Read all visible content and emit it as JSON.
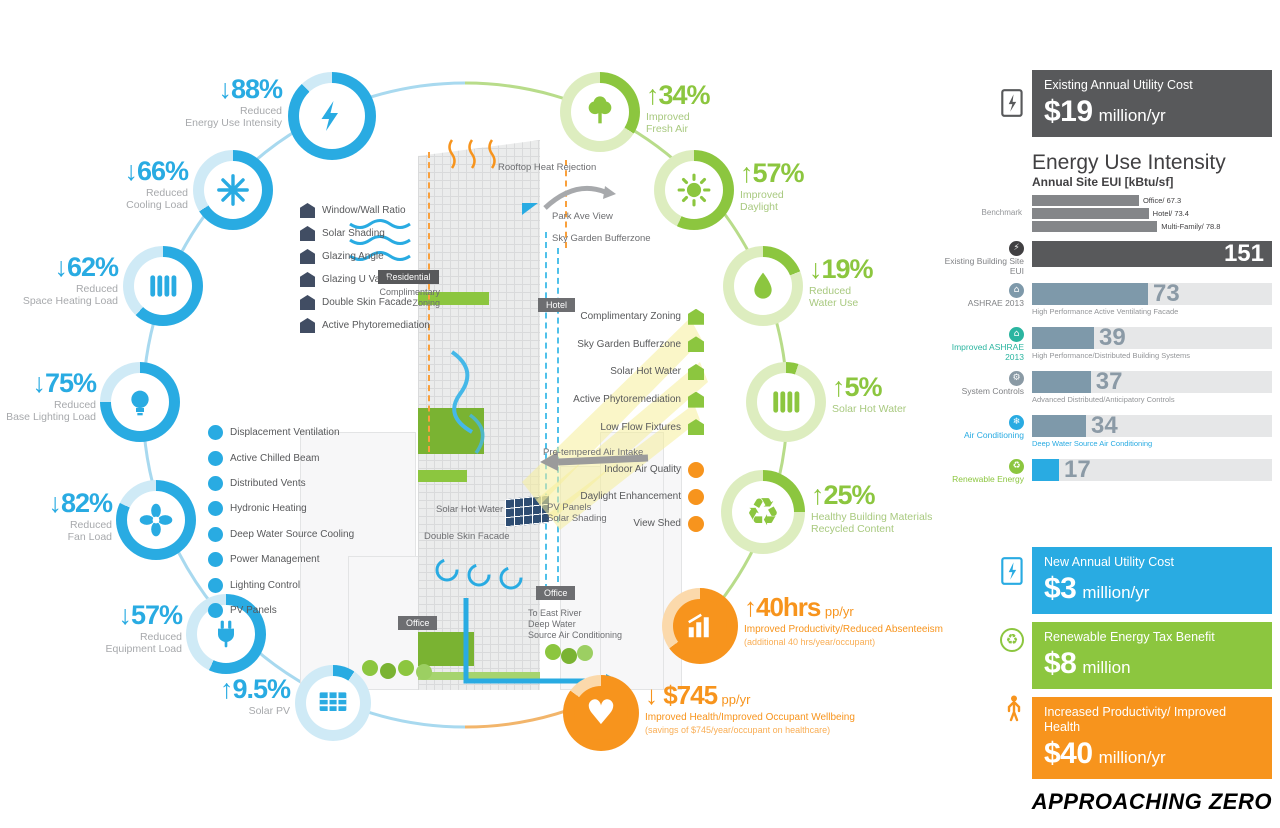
{
  "colors": {
    "blue": "#29abe2",
    "blue_light": "#cfeaf6",
    "green": "#8cc63f",
    "green_light": "#ddedbf",
    "orange": "#f7941d",
    "orange_light": "#fbd9ab",
    "navy": "#414d63",
    "charcoal": "#58595b",
    "bar_gray": "#7e99aa",
    "track": "#e6e7e8"
  },
  "left_badges": [
    {
      "icon": "lightning",
      "value": "↓88%",
      "label": "Reduced\nEnergy Use Intensity",
      "percent": 88
    },
    {
      "icon": "snowflake",
      "value": "↓66%",
      "label": "Reduced\nCooling Load",
      "percent": 66
    },
    {
      "icon": "radiator",
      "value": "↓62%",
      "label": "Reduced\nSpace Heating Load",
      "percent": 62
    },
    {
      "icon": "light-bulb",
      "value": "↓75%",
      "label": "Reduced\nBase Lighting Load",
      "percent": 75
    },
    {
      "icon": "fan",
      "value": "↓82%",
      "label": "Reduced\nFan Load",
      "percent": 82
    },
    {
      "icon": "plug",
      "value": "↓57%",
      "label": "Reduced\nEquipment Load",
      "percent": 57
    },
    {
      "icon": "solar-panel",
      "value": "↑9.5%",
      "label": "Solar PV",
      "percent": 9.5
    }
  ],
  "right_badges": [
    {
      "icon": "tree",
      "value": "↑34%",
      "label": "Improved\nFresh Air",
      "percent": 34
    },
    {
      "icon": "sun",
      "value": "↑57%",
      "label": "Improved\nDaylight",
      "percent": 57
    },
    {
      "icon": "water-drop",
      "value": "↓19%",
      "label": "Reduced\nWater Use",
      "percent": 19
    },
    {
      "icon": "solar-hot-water",
      "value": "↑5%",
      "label": "Solar Hot Water",
      "percent": 5
    },
    {
      "icon": "recycle",
      "value": "↑25%",
      "label": "Healthy Building Materials\nRecycled Content",
      "percent": 25
    }
  ],
  "impact_badges": [
    {
      "icon": "bar-chart",
      "value": "↑40hrs",
      "unit": "pp/yr",
      "label": "Improved Productivity/Reduced Absenteeism",
      "sub": "(additional 40 hrs/year/occupant)",
      "percent": 65
    },
    {
      "icon": "heart",
      "value": "↓ $745",
      "unit": "pp/yr",
      "label": "Improved Health/Improved Occupant Wellbeing",
      "sub": "(savings of $745/year/occupant on healthcare)",
      "percent": 85
    }
  ],
  "building": {
    "labels": {
      "rooftop": "Rooftop Heat Rejection",
      "park_ave": "Park Ave View",
      "sky_garden": "Sky Garden Bufferzone",
      "pretempered": "Pre-tempered Air Intake",
      "solar_hot_water": "Solar Hot Water",
      "pv_panels": "PV Panels",
      "solar_shading": "Solar Shading",
      "double_skin": "Double Skin Facade",
      "east_river": "To East River\nDeep Water\nSource Air Conditioning",
      "complimentary": "Complimentary\nZoning"
    },
    "zones": {
      "residential": "Residential",
      "hotel": "Hotel",
      "office_right": "Office",
      "office_left": "Office"
    },
    "facade_features": [
      "Window/Wall Ratio",
      "Solar Shading",
      "Glazing Angle",
      "Glazing U Value",
      "Double Skin Facade",
      "Active Phytoremediation"
    ],
    "mech_features": [
      "Displacement Ventilation",
      "Active Chilled Beam",
      "Distributed Vents",
      "Hydronic Heating",
      "Deep Water Source Cooling",
      "Power Management",
      "Lighting Control",
      "PV Panels"
    ],
    "green_features": [
      "Complimentary Zoning",
      "Sky Garden Bufferzone",
      "Solar Hot Water",
      "Active Phytoremediation",
      "Low Flow Fixtures"
    ],
    "env_features": [
      "Indoor Air Quality",
      "Daylight Enhancement",
      "View Shed"
    ]
  },
  "panel": {
    "existing_cost": {
      "title": "Existing Annual Utility Cost",
      "value": "$19",
      "unit": "million/yr"
    },
    "eui_title": "Energy Use Intensity",
    "eui_subtitle": "Annual Site EUI [kBtu/sf]",
    "benchmark_label": "Benchmark",
    "benchmarks": [
      {
        "label": "Office/ 67.3",
        "value": 67.3
      },
      {
        "label": "Hotel/ 73.4",
        "value": 73.4
      },
      {
        "label": "Multi-Family/ 78.8",
        "value": 78.8
      }
    ],
    "rows": [
      {
        "label": "Existing Building Site EUI",
        "value": 151,
        "display": "151",
        "caption": ""
      },
      {
        "label": "ASHRAE 2013",
        "value": 73,
        "display": "73",
        "caption": "High Performance Active Ventilating Facade"
      },
      {
        "label": "Improved ASHRAE 2013",
        "value": 39,
        "display": "39",
        "caption": "High Performance/Distributed Building Systems"
      },
      {
        "label": "System Controls",
        "value": 37,
        "display": "37",
        "caption": "Advanced Distributed/Anticipatory Controls"
      },
      {
        "label": "Air Conditioning",
        "value": 34,
        "display": "34",
        "caption": "Deep Water Source Air Conditioning"
      },
      {
        "label": "Renewable Energy",
        "value": 17,
        "display": "17",
        "caption": ""
      }
    ],
    "new_cost": {
      "title": "New Annual Utility Cost",
      "value": "$3",
      "unit": "million/yr"
    },
    "tax": {
      "title": "Renewable Energy Tax Benefit",
      "value": "$8",
      "unit": "million"
    },
    "productivity": {
      "title": "Increased Productivity/ Improved Health",
      "value": "$40",
      "unit": "million/yr"
    }
  },
  "chart_data": {
    "type": "bar",
    "title": "Energy Use Intensity",
    "subtitle": "Annual Site EUI [kBtu/sf]",
    "benchmarks": [
      [
        "Office",
        67.3
      ],
      [
        "Hotel",
        73.4
      ],
      [
        "Multi-Family",
        78.8
      ]
    ],
    "categories": [
      "Existing Building Site EUI",
      "ASHRAE 2013",
      "Improved ASHRAE 2013",
      "System Controls",
      "Air Conditioning",
      "Renewable Energy"
    ],
    "values": [
      151,
      73,
      39,
      37,
      34,
      17
    ],
    "captions": [
      "",
      "High Performance Active Ventilating Facade",
      "High Performance/Distributed Building Systems",
      "Advanced Distributed/Anticipatory Controls",
      "Deep Water Source Air Conditioning",
      ""
    ],
    "xlim": [
      0,
      151
    ],
    "legend": false
  },
  "footer": "APPROACHING ZERO"
}
